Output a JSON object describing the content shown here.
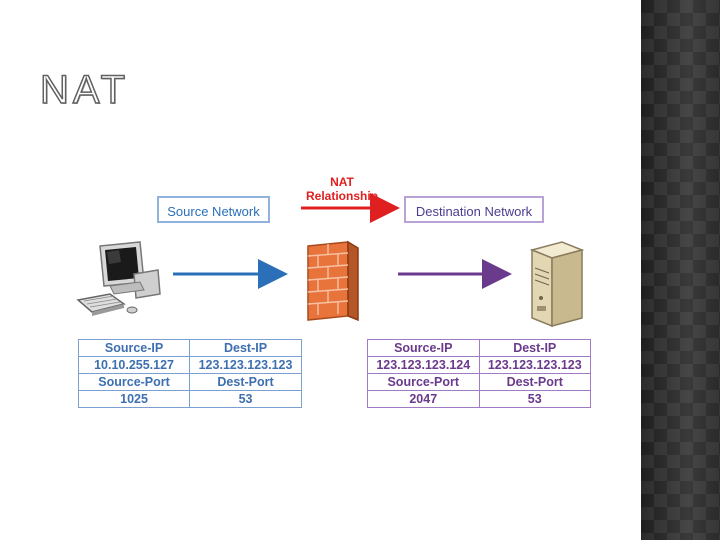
{
  "slide": {
    "title": "NAT"
  },
  "diagram": {
    "source_network_label": "Source Network",
    "destination_network_label": "Destination Network",
    "nat_relationship_label": [
      "NAT",
      "Relationship"
    ],
    "icons": {
      "client": "computer-icon",
      "firewall": "firewall-icon",
      "server": "server-icon"
    },
    "colors": {
      "source": "#2a6fb8",
      "destination": "#6a3a8c",
      "nat": "#e02020"
    },
    "source_table": [
      [
        "Source-IP",
        "Dest-IP"
      ],
      [
        "10.10.255.127",
        "123.123.123.123"
      ],
      [
        "Source-Port",
        "Dest-Port"
      ],
      [
        "1025",
        "53"
      ]
    ],
    "destination_table": [
      [
        "Source-IP",
        "Dest-IP"
      ],
      [
        "123.123.123.124",
        "123.123.123.123"
      ],
      [
        "Source-Port",
        "Dest-Port"
      ],
      [
        "2047",
        "53"
      ]
    ]
  }
}
